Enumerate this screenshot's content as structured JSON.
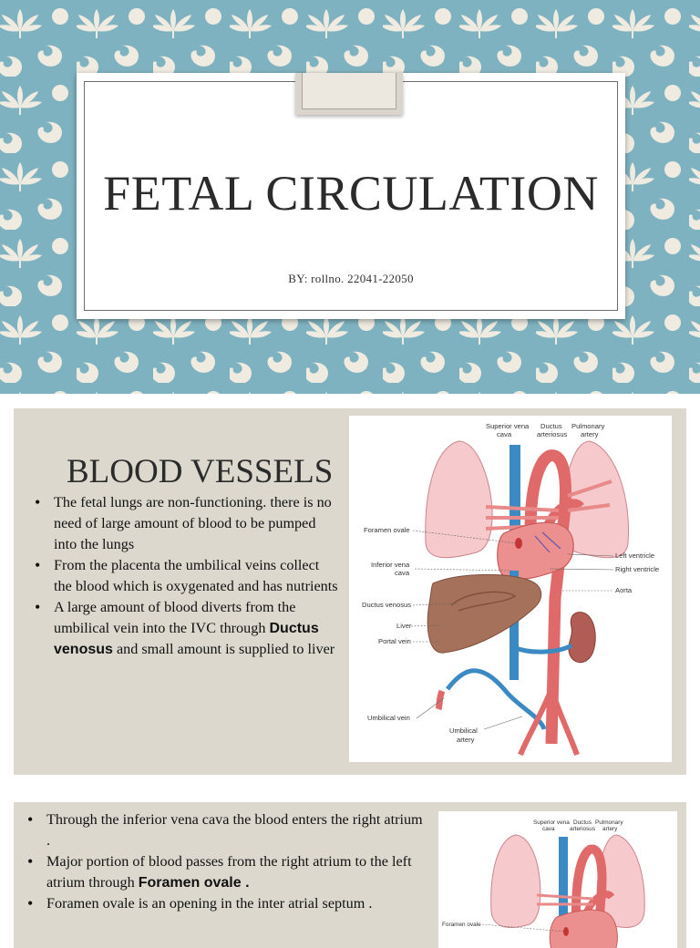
{
  "title_slide": {
    "title": "FETAL CIRCULATION",
    "subtitle": "BY: rollno. 22041-22050",
    "colors": {
      "background": "#7fb2c0",
      "pattern": "#efebe1",
      "card": "#ffffff"
    }
  },
  "slide2": {
    "heading": "BLOOD VESSELS",
    "bullets": [
      {
        "text": "The fetal lungs are non-functioning. there is no need of large amount of blood to be pumped into the lungs"
      },
      {
        "text": "From the placenta the umbilical veins collect the blood which is oxygenated and has nutrients"
      },
      {
        "before": "A large amount of blood diverts from the umbilical vein into the IVC through ",
        "bold": "Ductus venosus",
        "after": " and small amount is supplied to liver"
      }
    ],
    "diagram_labels": {
      "superior_vena_cava": [
        "Superior vena",
        "cava"
      ],
      "ductus_arteriosus": [
        "Ductus",
        "arteriosus"
      ],
      "pulmonary_artery": [
        "Pulmonary",
        "artery"
      ],
      "foramen_ovale": "Foramen ovale",
      "inferior_vena_cava": [
        "Inferior vena",
        "cava"
      ],
      "left_ventricle": "Left ventricle",
      "right_ventricle": "Right ventricle",
      "aorta": "Aorta",
      "ductus_venosus": "Ductus venosus",
      "liver": "Liver",
      "portal_vein": "Portal vein",
      "umbilical_vein": "Umbilical vein",
      "umbilical_artery": [
        "Umbilical",
        "artery"
      ]
    }
  },
  "slide3": {
    "bullets": [
      {
        "text": "Through the inferior vena cava the blood enters the right atrium ."
      },
      {
        "before": "Major portion of blood passes from the right atrium to the left atrium through ",
        "bold": "Foramen ovale .",
        "after": ""
      },
      {
        "text": "Foramen ovale is an opening in the inter atrial septum ."
      }
    ],
    "diagram_labels": {
      "superior_vena_cava": [
        "Superior vena",
        "cava"
      ],
      "ductus_arteriosus": [
        "Ductus",
        "arteriosus"
      ],
      "pulmonary_artery": [
        "Pulmonary",
        "artery"
      ],
      "foramen_ovale": "Foramen ovale"
    }
  }
}
